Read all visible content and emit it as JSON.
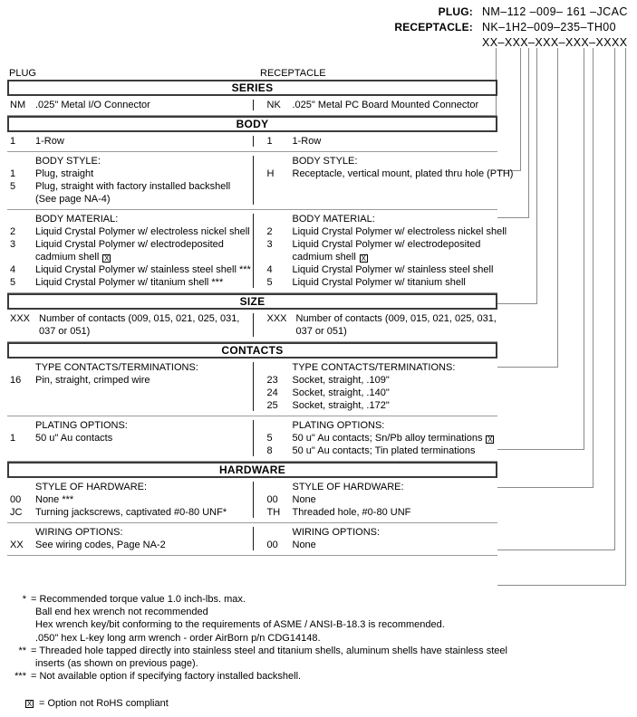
{
  "header": {
    "plug_label": "PLUG:",
    "plug_value": "NM–112 –009– 161 –JCAC",
    "receptacle_label": "RECEPTACLE:",
    "receptacle_value": "NK–1H2–009–235–TH00",
    "mask_value": "XX–XXX–XXX–XXX–XXXX"
  },
  "columns": {
    "plug": "PLUG",
    "receptacle": "RECEPTACLE"
  },
  "sections": [
    {
      "title": "SERIES",
      "groups": [
        {
          "plug": [
            {
              "code": "NM",
              "desc": ".025\" Metal I/O Connector"
            }
          ],
          "receptacle": [
            {
              "code": "NK",
              "desc": ".025\" Metal PC Board Mounted Connector"
            }
          ]
        }
      ]
    },
    {
      "title": "BODY",
      "groups": [
        {
          "plug": [
            {
              "code": "1",
              "desc": "1-Row"
            }
          ],
          "receptacle": [
            {
              "code": "1",
              "desc": "1-Row"
            }
          ]
        },
        {
          "plug": [
            {
              "code": "",
              "desc": "BODY STYLE:",
              "heading": true
            },
            {
              "code": "1",
              "desc": "Plug, straight"
            },
            {
              "code": "5",
              "desc": "Plug, straight with factory installed backshell"
            },
            {
              "code": "",
              "desc": "(See page NA-4)",
              "cont": true
            }
          ],
          "receptacle": [
            {
              "code": "",
              "desc": "BODY STYLE:",
              "heading": true
            },
            {
              "code": "H",
              "desc": "Receptacle, vertical mount, plated thru hole (PTH)"
            },
            {
              "code": "",
              "desc": "",
              "cont": true
            },
            {
              "code": "",
              "desc": "",
              "cont": true
            }
          ]
        },
        {
          "plug": [
            {
              "code": "",
              "desc": "BODY MATERIAL:",
              "heading": true
            },
            {
              "code": "2",
              "desc": "Liquid Crystal Polymer w/ electroless nickel shell"
            },
            {
              "code": "3",
              "desc": "Liquid Crystal Polymer w/ electrodeposited"
            },
            {
              "code": "",
              "desc": "cadmium shell",
              "cont": true,
              "rohs": true
            },
            {
              "code": "4",
              "desc": "Liquid Crystal Polymer w/ stainless steel shell ***"
            },
            {
              "code": "5",
              "desc": "Liquid Crystal Polymer w/ titanium shell ***"
            }
          ],
          "receptacle": [
            {
              "code": "",
              "desc": "BODY MATERIAL:",
              "heading": true
            },
            {
              "code": "2",
              "desc": "Liquid Crystal Polymer w/ electroless nickel shell"
            },
            {
              "code": "3",
              "desc": "Liquid Crystal Polymer w/ electrodeposited"
            },
            {
              "code": "",
              "desc": "cadmium shell",
              "cont": true,
              "rohs": true
            },
            {
              "code": "4",
              "desc": "Liquid Crystal Polymer w/ stainless steel shell"
            },
            {
              "code": "5",
              "desc": "Liquid Crystal Polymer w/ titanium shell"
            }
          ]
        }
      ]
    },
    {
      "title": "SIZE",
      "groups": [
        {
          "plug": [
            {
              "code": "XXX",
              "desc": "Number of contacts (009, 015, 021, 025, 031,",
              "wide": true
            },
            {
              "code": "",
              "desc": "037 or 051)",
              "cont": true,
              "wide": true
            }
          ],
          "receptacle": [
            {
              "code": "XXX",
              "desc": "Number of contacts (009, 015, 021, 025, 031,",
              "wide": true
            },
            {
              "code": "",
              "desc": "037 or 051)",
              "cont": true,
              "wide": true
            }
          ]
        }
      ]
    },
    {
      "title": "CONTACTS",
      "groups": [
        {
          "plug": [
            {
              "code": "",
              "desc": "TYPE CONTACTS/TERMINATIONS:",
              "heading": true
            },
            {
              "code": "16",
              "desc": "Pin, straight, crimped wire"
            },
            {
              "code": "",
              "desc": "",
              "cont": true
            },
            {
              "code": "",
              "desc": "",
              "cont": true
            }
          ],
          "receptacle": [
            {
              "code": "",
              "desc": "TYPE CONTACTS/TERMINATIONS:",
              "heading": true
            },
            {
              "code": "23",
              "desc": "Socket, straight, .109\""
            },
            {
              "code": "24",
              "desc": "Socket, straight, .140\""
            },
            {
              "code": "25",
              "desc": "Socket, straight, .172\""
            }
          ]
        },
        {
          "plug": [
            {
              "code": "",
              "desc": "PLATING OPTIONS:",
              "heading": true
            },
            {
              "code": "1",
              "desc": "50 u\" Au contacts"
            },
            {
              "code": "",
              "desc": "",
              "cont": true
            }
          ],
          "receptacle": [
            {
              "code": "",
              "desc": "PLATING OPTIONS:",
              "heading": true
            },
            {
              "code": "5",
              "desc": "50 u\" Au contacts; Sn/Pb alloy terminations",
              "rohs": true
            },
            {
              "code": "8",
              "desc": "50 u\" Au contacts; Tin plated terminations"
            }
          ]
        }
      ]
    },
    {
      "title": "HARDWARE",
      "groups": [
        {
          "plug": [
            {
              "code": "",
              "desc": "STYLE OF HARDWARE:",
              "heading": true
            },
            {
              "code": "00",
              "desc": "None  ***"
            },
            {
              "code": "JC",
              "desc": "Turning jackscrews, captivated #0-80 UNF*"
            }
          ],
          "receptacle": [
            {
              "code": "",
              "desc": "STYLE OF HARDWARE:",
              "heading": true
            },
            {
              "code": "00",
              "desc": "None"
            },
            {
              "code": "TH",
              "desc": "Threaded hole, #0-80 UNF"
            }
          ]
        },
        {
          "plug": [
            {
              "code": "",
              "desc": "WIRING OPTIONS:",
              "heading": true
            },
            {
              "code": "XX",
              "desc": "See wiring codes, Page NA-2"
            }
          ],
          "receptacle": [
            {
              "code": "",
              "desc": "WIRING OPTIONS:",
              "heading": true
            },
            {
              "code": "00",
              "desc": "None"
            }
          ]
        }
      ]
    }
  ],
  "footnotes": [
    {
      "mark": "*",
      "lines": [
        "= Recommended torque value 1.0 inch-lbs. max.",
        "Ball end hex wrench not recommended",
        "Hex wrench key/bit conforming to the requirements of ASME / ANSI-B-18.3 is recommended.",
        ".050\" hex L-key long arm wrench - order AirBorn p/n CDG14148."
      ]
    },
    {
      "mark": "**",
      "lines": [
        "= Threaded hole tapped directly into stainless steel and titanium shells, aluminum shells have stainless steel",
        "inserts (as shown on previous page)."
      ]
    },
    {
      "mark": "***",
      "lines": [
        "= Not available option if specifying factory installed backshell."
      ]
    }
  ],
  "rohs_note": {
    "symbol": "☒",
    "text": "= Option not RoHS compliant"
  }
}
